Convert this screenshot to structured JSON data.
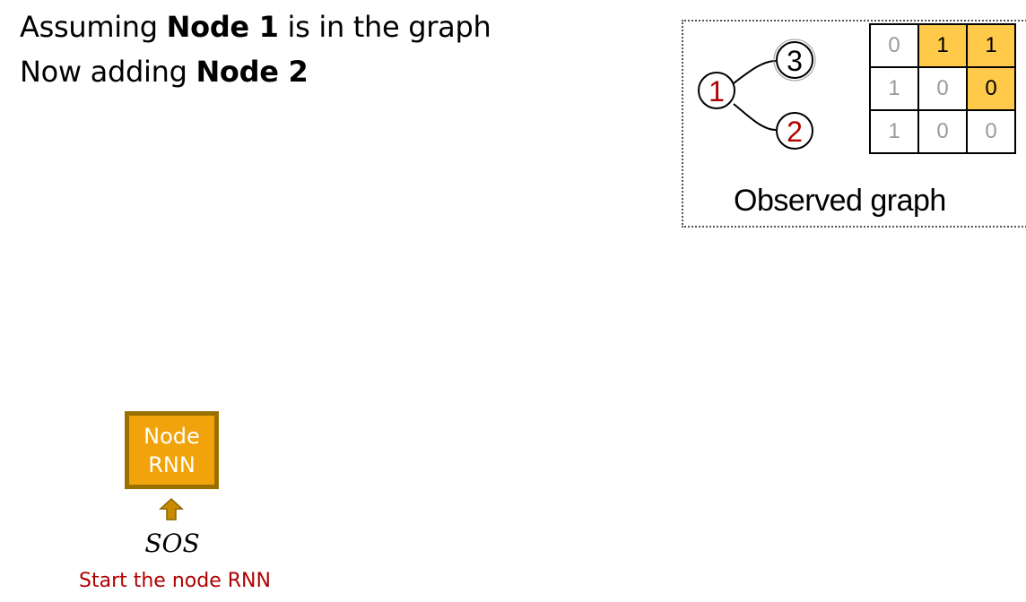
{
  "heading": {
    "line1_prefix": "Assuming ",
    "line1_bold": "Node 1",
    "line1_suffix": " is in the graph",
    "line2_prefix": "Now adding ",
    "line2_bold": "Node 2"
  },
  "observed_graph": {
    "caption": "Observed graph",
    "nodes": [
      {
        "label": "1",
        "color": "#b00000"
      },
      {
        "label": "2",
        "color": "#b00000"
      },
      {
        "label": "3",
        "color": "#000000"
      }
    ],
    "edges": [
      [
        "1",
        "3"
      ],
      [
        "1",
        "2"
      ]
    ],
    "adjacency": [
      [
        {
          "v": "0",
          "hl": false
        },
        {
          "v": "1",
          "hl": true
        },
        {
          "v": "1",
          "hl": true
        }
      ],
      [
        {
          "v": "1",
          "hl": false
        },
        {
          "v": "0",
          "hl": false
        },
        {
          "v": "0",
          "hl": true
        }
      ],
      [
        {
          "v": "1",
          "hl": false
        },
        {
          "v": "0",
          "hl": false
        },
        {
          "v": "0",
          "hl": false
        }
      ]
    ]
  },
  "node_rnn": {
    "line1": "Node",
    "line2": "RNN",
    "fill_color": "#f0a30a",
    "border_color": "#9a7000"
  },
  "input_label": "SOS",
  "caption": "Start the node RNN",
  "colors": {
    "highlight": "#ffc94a",
    "accent_red": "#b00000",
    "arrow": "#c98a00"
  }
}
